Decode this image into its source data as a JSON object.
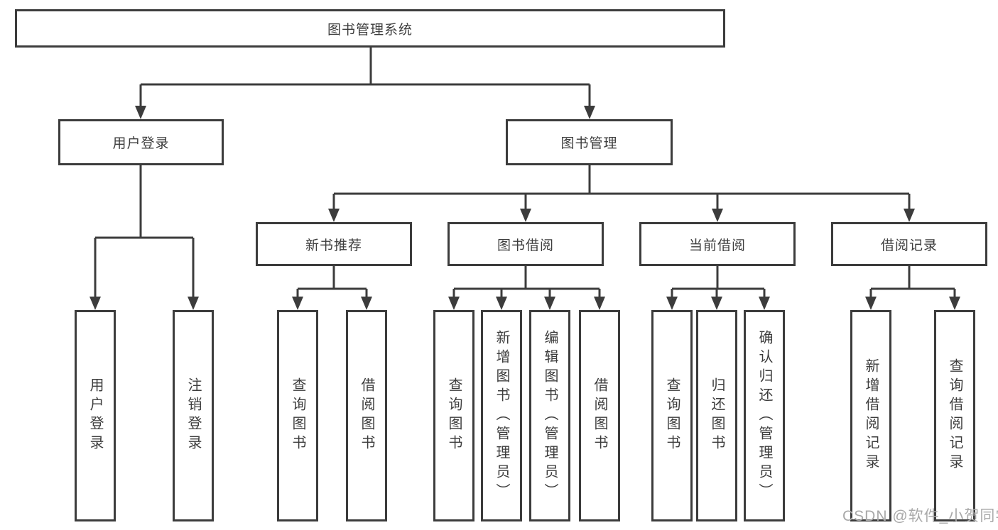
{
  "diagram": {
    "root": {
      "label": "图书管理系统"
    },
    "user": {
      "label": "用户登录",
      "children": [
        {
          "label": "用户登录"
        },
        {
          "label": "注销登录"
        }
      ]
    },
    "mgmt": {
      "label": "图书管理",
      "children": [
        {
          "label": "新书推荐",
          "children": [
            {
              "label": "查询图书"
            },
            {
              "label": "借阅图书"
            }
          ]
        },
        {
          "label": "图书借阅",
          "children": [
            {
              "label": "查询图书"
            },
            {
              "label": "新增图书（管理员）"
            },
            {
              "label": "编辑图书（管理员）"
            },
            {
              "label": "借阅图书"
            }
          ]
        },
        {
          "label": "当前借阅",
          "children": [
            {
              "label": "查询图书"
            },
            {
              "label": "归还图书"
            },
            {
              "label": "确认归还（管理员）"
            }
          ]
        },
        {
          "label": "借阅记录",
          "children": [
            {
              "label": "新增借阅记录"
            },
            {
              "label": "查询借阅记录"
            }
          ]
        }
      ]
    }
  },
  "watermark": {
    "text": "CSDN @软件_小贺同学"
  },
  "colors": {
    "line": "#3c3c3c",
    "text": "#3d3d3d",
    "watermark": "#a9a9a9",
    "background": "#ffffff"
  }
}
